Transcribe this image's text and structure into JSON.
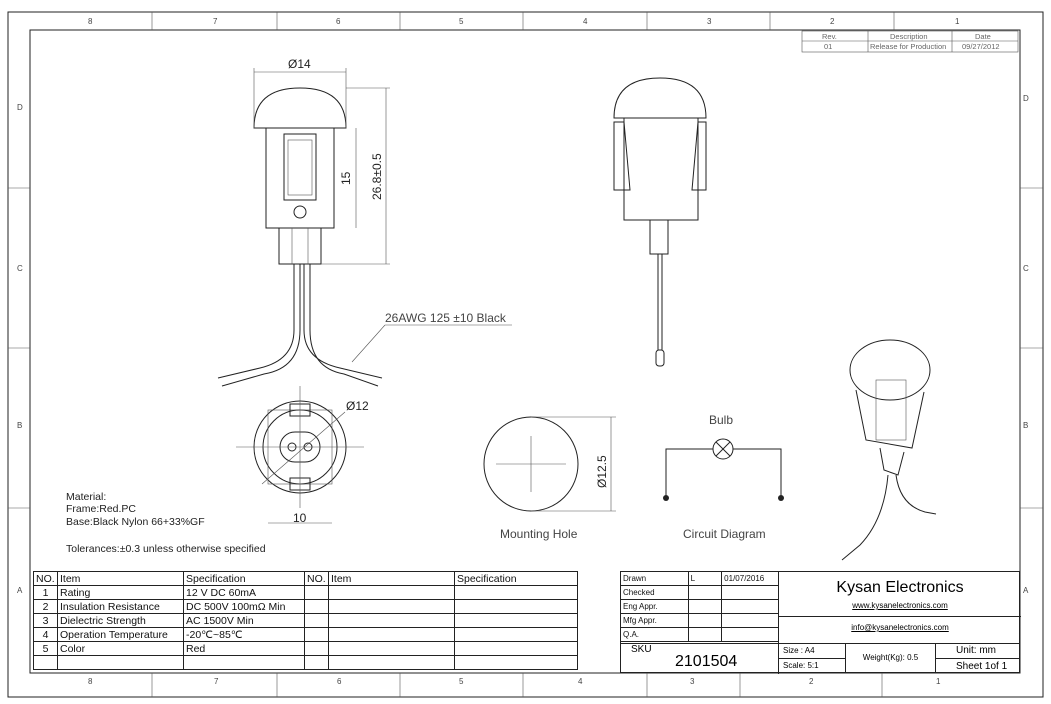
{
  "zones": {
    "top_numbers": [
      "8",
      "7",
      "6",
      "5",
      "4",
      "3",
      "2",
      "1"
    ],
    "bottom_numbers": [
      "8",
      "7",
      "6",
      "5",
      "4",
      "3",
      "2",
      "1"
    ],
    "letters": [
      "D",
      "C",
      "B",
      "A"
    ]
  },
  "revision": {
    "headers": [
      "Rev.",
      "Description",
      "Date"
    ],
    "row": [
      "01",
      "Release for Production",
      "09/27/2012"
    ]
  },
  "dimensions": {
    "dia14": "Ø14",
    "h15": "15",
    "h26": "26.8±0.5",
    "wire": "26AWG 125 ±10 Black",
    "dia12": "Ø12",
    "w10": "10",
    "dia125": "Ø12.5"
  },
  "labels": {
    "bulb": "Bulb",
    "mounting_hole": "Mounting Hole",
    "circuit_diagram": "Circuit Diagram"
  },
  "notes": {
    "material": "Material:",
    "frame": "Frame:Red.PC",
    "base": "Base:Black Nylon 66+33%GF",
    "tolerances": "Tolerances:±0.3 unless otherwise specified"
  },
  "spec_table": {
    "headers": [
      "NO.",
      "Item",
      "Specification",
      "NO.",
      "Item",
      "Specification"
    ],
    "rows": [
      {
        "no": "1",
        "item": "Rating",
        "spec": "12 V DC 60mA"
      },
      {
        "no": "2",
        "item": "Insulation Resistance",
        "spec": "DC 500V 100mΩ Min"
      },
      {
        "no": "3",
        "item": "Dielectric Strength",
        "spec": "AC 1500V Min"
      },
      {
        "no": "4",
        "item": "Operation Temperature",
        "spec": "-20℃~85℃"
      },
      {
        "no": "5",
        "item": "Color",
        "spec": "Red"
      }
    ]
  },
  "title_block": {
    "roles": [
      "Drawn",
      "Checked",
      "Eng Appr.",
      "Mfg Appr.",
      "Q.A."
    ],
    "drawn_by": "L",
    "drawn_date": "01/07/2016",
    "company": "Kysan Electronics",
    "website": "www.kysanelectronics.com",
    "email": "info@kysanelectronics.com",
    "sku_label": "SKU",
    "sku": "2101504",
    "size": "Size : A4",
    "scale": "Scale: 5:1",
    "weight": "Weight(Kg):  0.5",
    "unit": "Unit: mm",
    "sheet": "Sheet 1of 1"
  }
}
